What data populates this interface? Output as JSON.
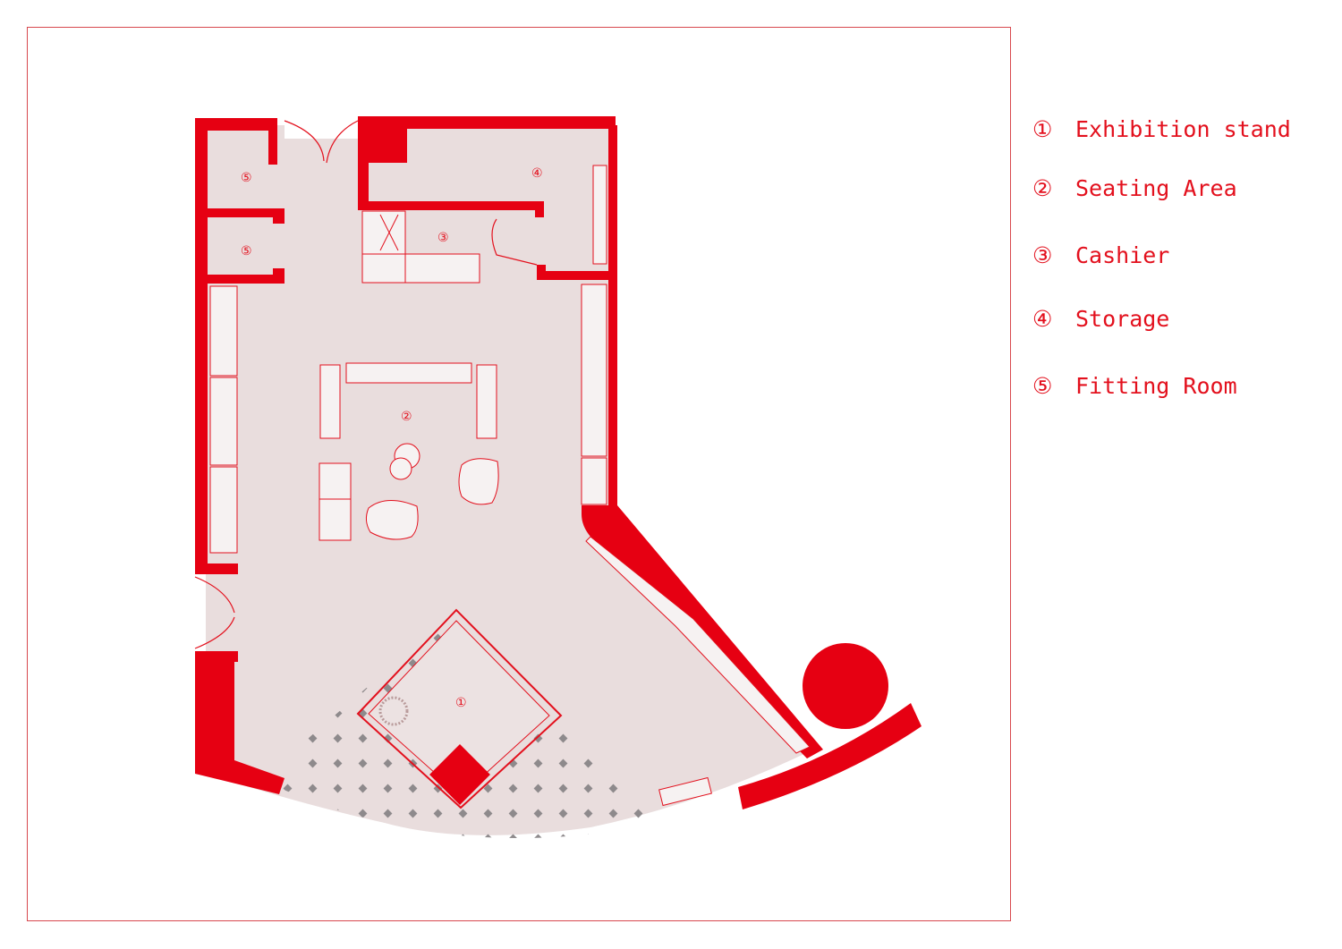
{
  "colors": {
    "wall": "#e60012",
    "floor": "#e9dddd",
    "line": "#e3101d",
    "tile_dot": "#8e8a8c",
    "frame": "#d8484e"
  },
  "legend": [
    {
      "num": "①",
      "label": "Exhibition stand"
    },
    {
      "num": "②",
      "label": "Seating Area"
    },
    {
      "num": "③",
      "label": "Cashier"
    },
    {
      "num": "④",
      "label": "Storage"
    },
    {
      "num": "⑤",
      "label": "Fitting Room"
    }
  ],
  "plan_markers": {
    "fitting_room_a": "⑤",
    "fitting_room_b": "⑤",
    "storage": "④",
    "cashier": "③",
    "seating": "②",
    "exhibition": "①"
  }
}
